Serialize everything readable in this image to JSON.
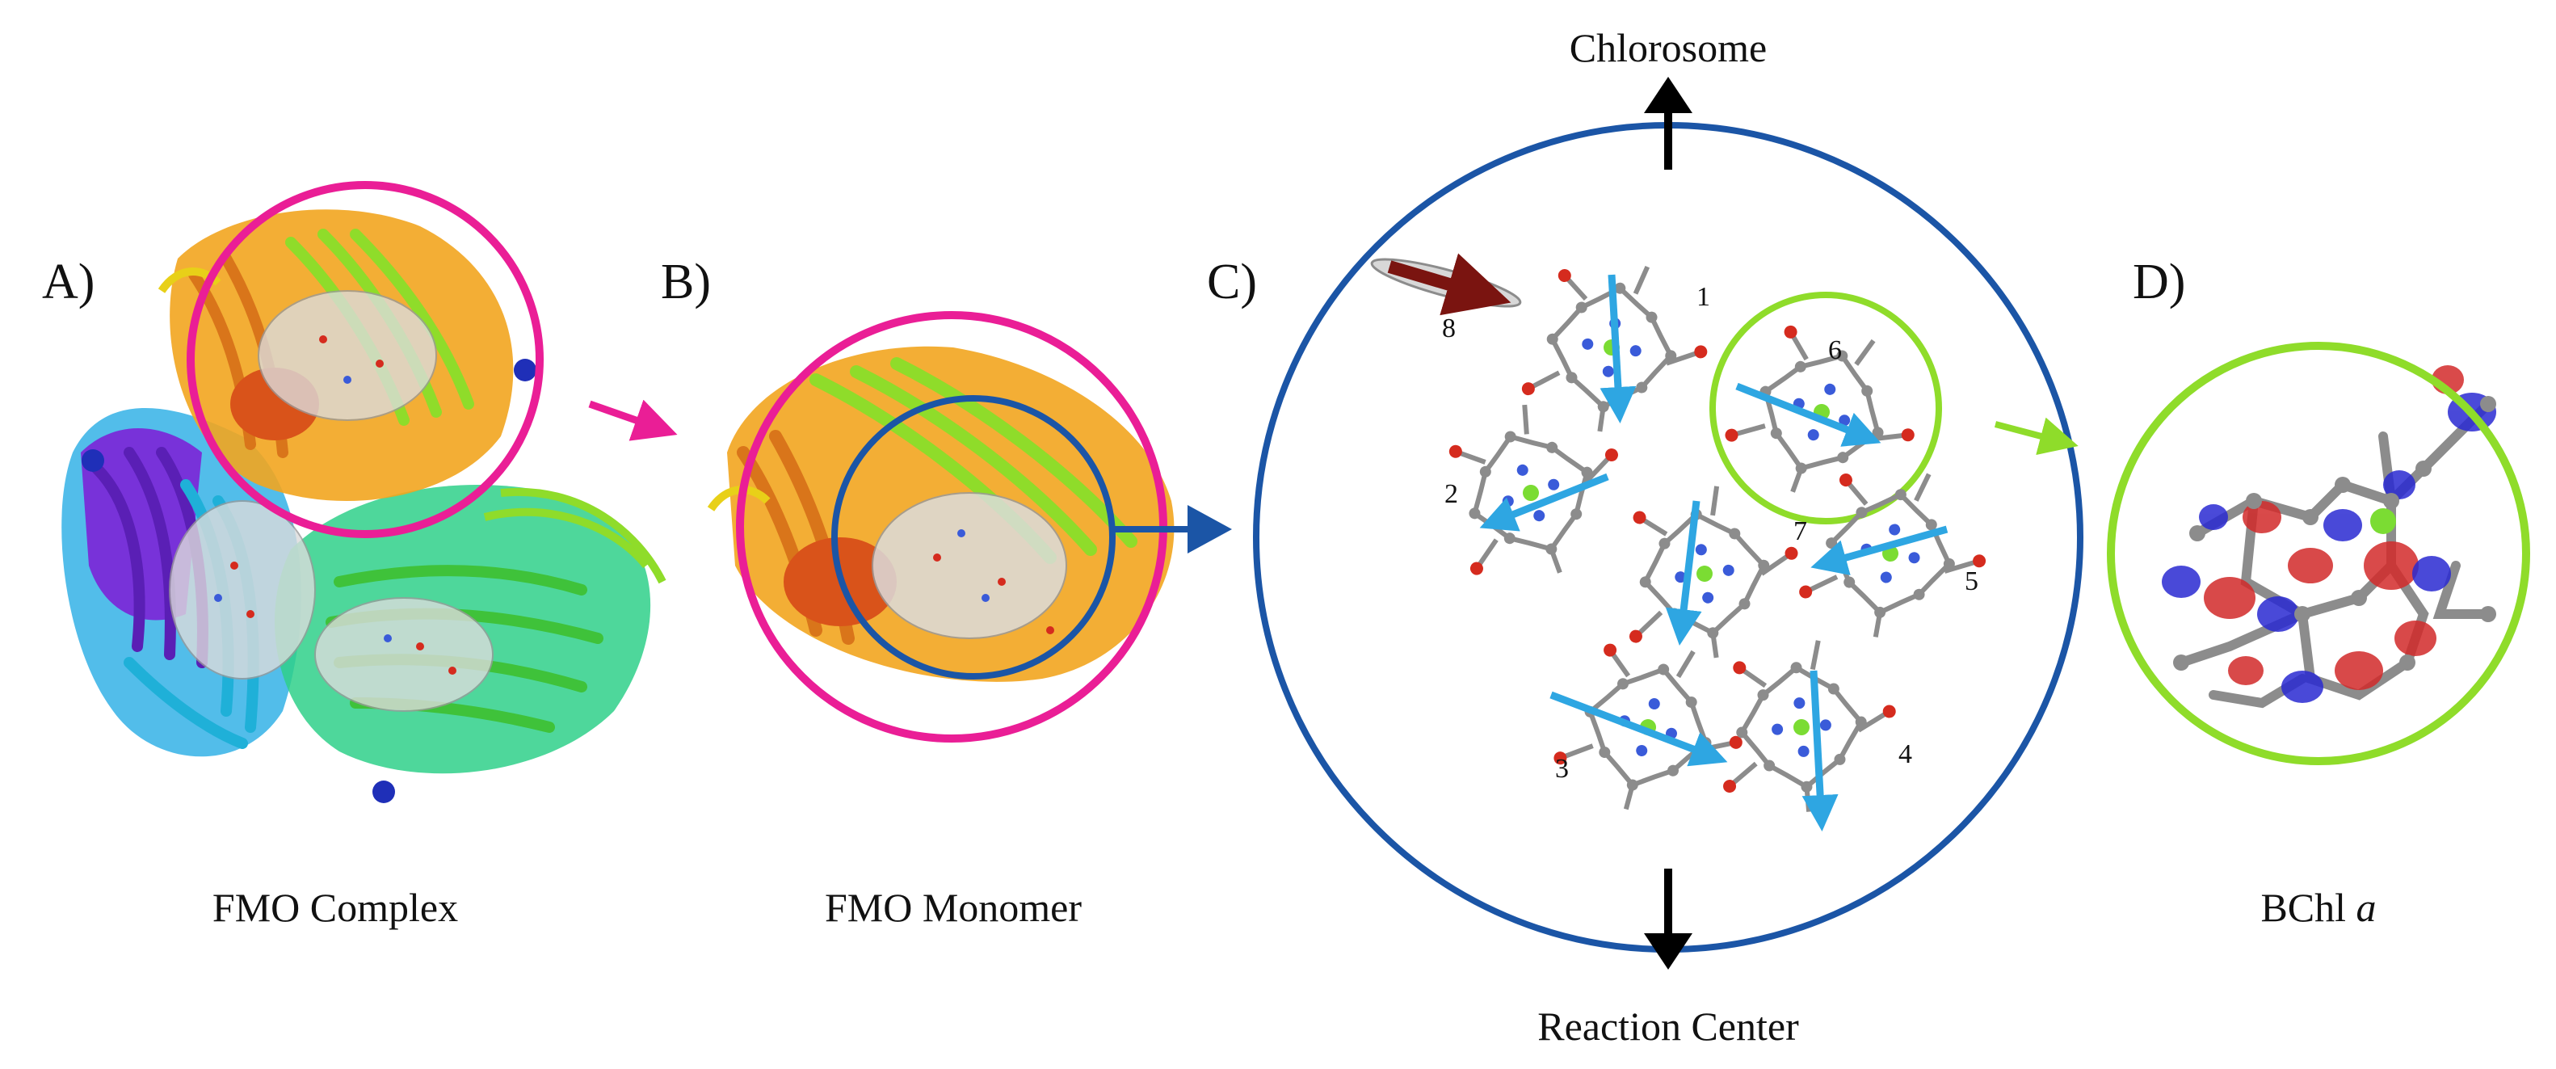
{
  "panels": {
    "a": {
      "label": "A)",
      "caption": "FMO Complex"
    },
    "b": {
      "label": "B)",
      "caption": "FMO Monomer"
    },
    "c": {
      "label": "C)"
    },
    "d": {
      "label": "D)",
      "caption_main": "BChl ",
      "caption_italic": "a"
    }
  },
  "directions": {
    "top": "Chlorosome",
    "bottom": "Reaction Center"
  },
  "sites": [
    "1",
    "2",
    "3",
    "4",
    "5",
    "6",
    "7",
    "8"
  ],
  "colors": {
    "magenta": "#ea1e96",
    "blue_circle": "#1b55a6",
    "green_circle": "#8fdc2a",
    "dipole": "#2ea6e2",
    "dipole_site8": "#7a1410",
    "atom_carbon": "#8c8c8c",
    "atom_oxygen": "#d52b1e",
    "atom_nitrogen": "#3a5bd9",
    "atom_mg": "#7bdc33"
  }
}
